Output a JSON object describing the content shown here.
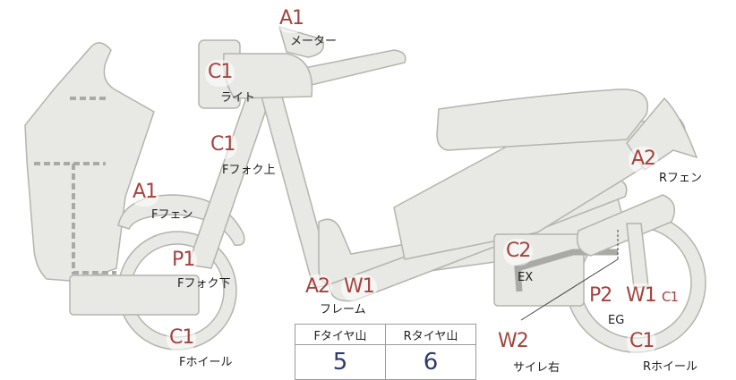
{
  "colors": {
    "part_fill": "#e8e8e4",
    "part_stroke": "#b4b4ae",
    "code": "#a2443f",
    "value": "#2f3c6b"
  },
  "codes": {
    "meter": "A1",
    "light": "C1",
    "fork_upper": "C1",
    "front_fender": "A1",
    "fork_lower": "P1",
    "front_wheel": "C1",
    "frame_a2": "A2",
    "frame_w1": "W1",
    "exhaust": "C2",
    "rear_fender": "A2",
    "engine_p2": "P2",
    "engine_w1": "W1",
    "engine_c1": "C1",
    "rear_wheel": "C1",
    "silencer": "W2"
  },
  "labels": {
    "meter": "メーター",
    "light": "ライト",
    "fork_upper": "Fフォク上",
    "front_fender": "Fフェン",
    "fork_lower": "Fフォク下",
    "front_wheel": "Fホイール",
    "frame": "フレーム",
    "exhaust": "EX",
    "rear_fender": "Rフェン",
    "engine": "EG",
    "rear_wheel": "Rホイール",
    "silencer": "サイレ右"
  },
  "tire_table": {
    "front_header": "Fタイヤ山",
    "rear_header": "Rタイヤ山",
    "front_value": "5",
    "rear_value": "6"
  }
}
